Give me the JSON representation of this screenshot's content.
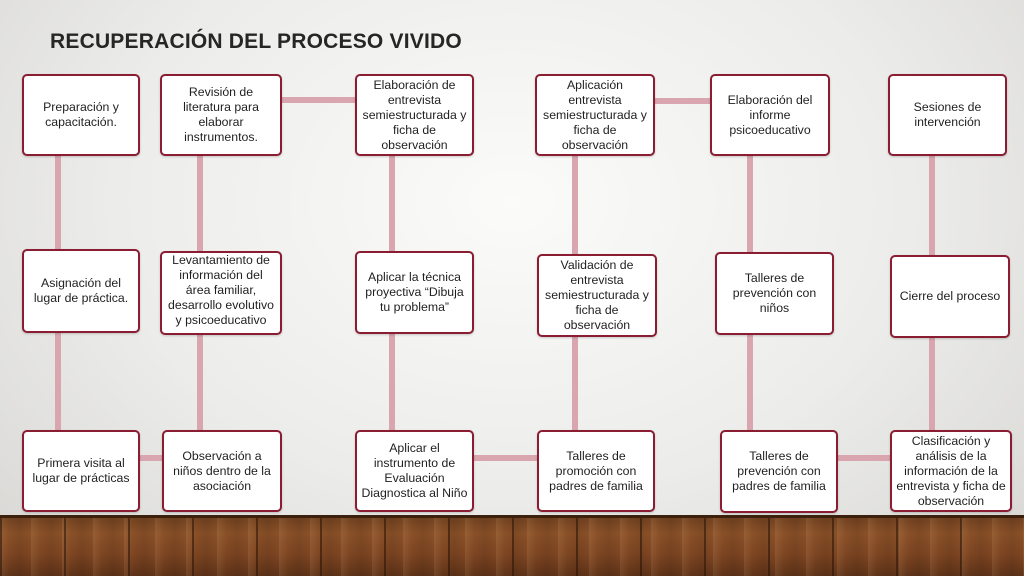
{
  "title": "RECUPERACIÓN DEL PROCESO VIVIDO",
  "colors": {
    "box_border": "#8b1d33",
    "connector": "#d9a6b0",
    "title": "#262626"
  },
  "columns": [
    [
      "Preparación y capacitación.",
      "Asignación del lugar de práctica.",
      "Primera visita al lugar de prácticas"
    ],
    [
      "Revisión de literatura para elaborar instrumentos.",
      "Levantamiento de información del área familiar, desarrollo evolutivo y psicoeducativo",
      "Observación a niños dentro de la asociación"
    ],
    [
      "Elaboración de entrevista semiestructurada y ficha de observación",
      "Aplicar la técnica proyectiva “Dibuja tu problema”",
      "Aplicar el instrumento de Evaluación Diagnostica al Niño"
    ],
    [
      "Aplicación entrevista semiestructurada y ficha de observación",
      "Validación de entrevista semiestructurada y ficha de observación",
      "Talleres de promoción con padres de familia"
    ],
    [
      "Elaboración del informe psicoeducativo",
      "Talleres de prevención con niños",
      "Talleres de prevención con padres de familia"
    ],
    [
      "Sesiones de intervención",
      "Cierre del proceso",
      "Clasificación y análisis de la información de la entrevista y ficha de observación"
    ]
  ]
}
